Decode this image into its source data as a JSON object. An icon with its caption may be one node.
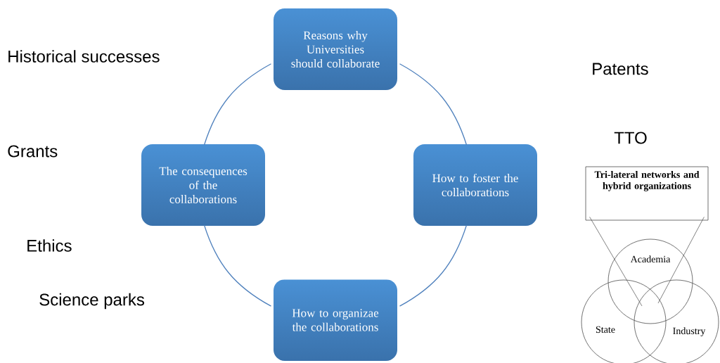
{
  "diagram": {
    "nodes": [
      {
        "text": [
          "Reasons why Universities should collaborate"
        ]
      },
      {
        "text": [
          "How to foster the collaborations"
        ]
      },
      {
        "text": [
          "How to organizae the collaborations"
        ]
      },
      {
        "text": [
          "The consequences of the collaborations"
        ]
      },
      {
        "text": [
          "Tri-lateral networks and hybrid organizations"
        ]
      },
      {
        "text": [
          "Academia"
        ]
      },
      {
        "text": [
          "State"
        ]
      },
      {
        "text": [
          "Industry"
        ]
      }
    ],
    "edges": [
      {
        "from": 0,
        "to": 1,
        "arrow": "none"
      },
      {
        "from": 1,
        "to": 2,
        "arrow": "none"
      },
      {
        "from": 2,
        "to": 3,
        "arrow": "none"
      },
      {
        "from": 3,
        "to": 0,
        "arrow": "none"
      },
      {
        "from": 4,
        "to": 5,
        "arrow": "none",
        "color": "#4c4c4c"
      },
      {
        "from": 4,
        "to": 5,
        "arrow": "none",
        "color": "#4c4c4c"
      }
    ],
    "labels": [
      "Historical successes",
      "Patents",
      "Grants",
      "TTO",
      "Ethics",
      "Science parks"
    ]
  }
}
